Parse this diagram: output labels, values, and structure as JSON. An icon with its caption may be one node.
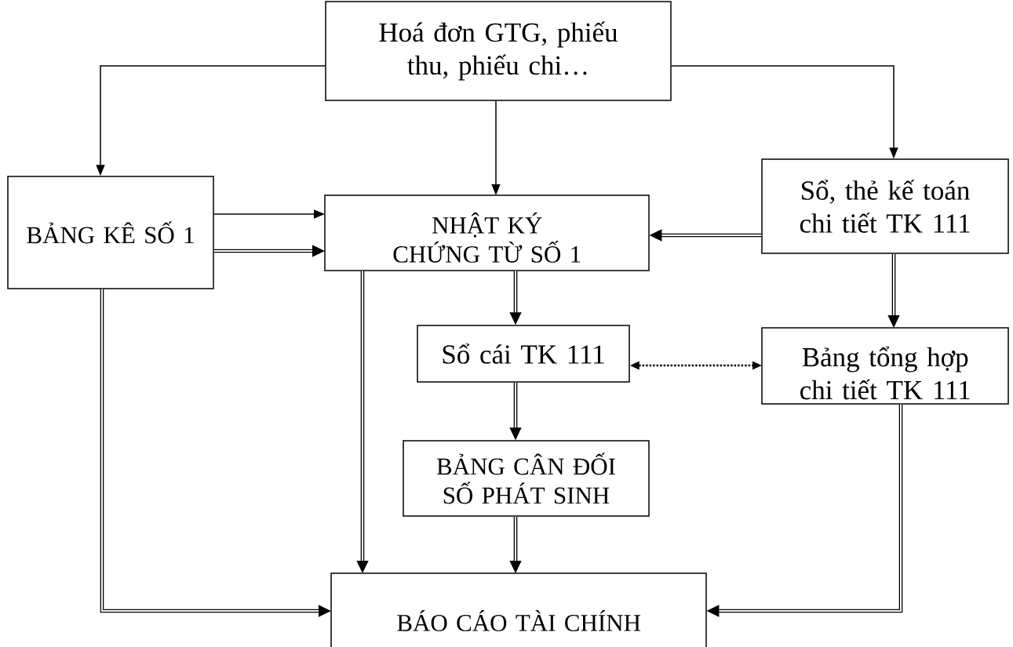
{
  "diagram": {
    "nodes": [
      {
        "text": [
          "Hoá đơn GTG, phiếu thu, phiếu chi…"
        ]
      },
      {
        "text": [
          "BẢNG KÊ SỐ 1"
        ]
      },
      {
        "text": [
          "NHẬT KÝ CHỨNG TỪ SỐ 1"
        ]
      },
      {
        "text": [
          "Sổ, thẻ kế toán chi tiết TK 111"
        ]
      },
      {
        "text": [
          "Sổ cái TK 111"
        ]
      },
      {
        "text": [
          "Bảng tổng hợp chi tiết TK 111"
        ]
      },
      {
        "text": [
          "BẢNG CÂN ĐỐI SỐ PHÁT SINH"
        ]
      },
      {
        "text": [
          "BÁO CÁO TÀI CHÍNH"
        ]
      }
    ],
    "edges": [
      {
        "from": 0,
        "to": 1,
        "arrow": "to"
      },
      {
        "from": 0,
        "to": 2,
        "arrow": "to"
      },
      {
        "from": 0,
        "to": 3,
        "arrow": "to"
      },
      {
        "from": 1,
        "to": 2,
        "arrow": "to"
      },
      {
        "from": 1,
        "to": 2,
        "arrow": "to"
      },
      {
        "from": 3,
        "to": 2,
        "arrow": "to"
      },
      {
        "from": 2,
        "to": 4,
        "arrow": "to"
      },
      {
        "from": 3,
        "to": 5,
        "arrow": "to"
      },
      {
        "from": 4,
        "to": 5,
        "arrow": "both",
        "style": "dashed"
      },
      {
        "from": 4,
        "to": 6,
        "arrow": "to"
      },
      {
        "from": 2,
        "to": 7,
        "arrow": "to"
      },
      {
        "from": 6,
        "to": 7,
        "arrow": "to"
      },
      {
        "from": 1,
        "to": 7,
        "arrow": "to"
      },
      {
        "from": 5,
        "to": 7,
        "arrow": "to"
      }
    ]
  }
}
